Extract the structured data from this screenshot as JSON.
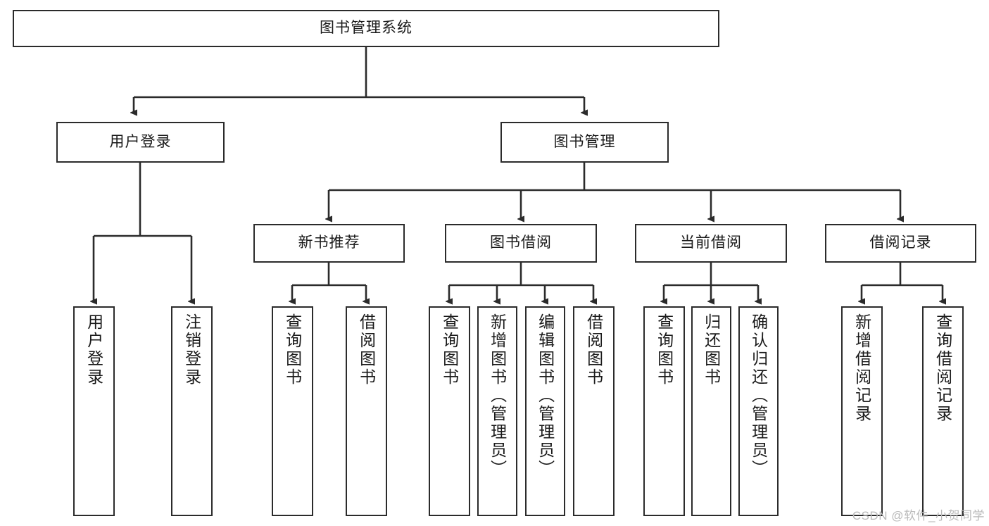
{
  "diagram": {
    "title": "图书管理系统",
    "type": "tree",
    "orientation": "top-down",
    "colors": {
      "background": "#ffffff",
      "node_border": "#2b2b2b",
      "node_fill": "#ffffff",
      "edge": "#2b2b2b",
      "text": "#1a1a1a",
      "watermark": "#b9b9b9"
    },
    "root": {
      "label": "图书管理系统"
    },
    "level2": [
      {
        "label": "用户登录"
      },
      {
        "label": "图书管理"
      }
    ],
    "level3": [
      {
        "label": "新书推荐"
      },
      {
        "label": "图书借阅"
      },
      {
        "label": "当前借阅"
      },
      {
        "label": "借阅记录"
      }
    ],
    "leaves": {
      "user_login": [
        {
          "label": "用户登录"
        },
        {
          "label": "注销登录"
        }
      ],
      "new_book_recommend": [
        {
          "label": "查询图书"
        },
        {
          "label": "借阅图书"
        }
      ],
      "book_borrow": [
        {
          "label": "查询图书"
        },
        {
          "label": "新增图书（管理员）"
        },
        {
          "label": "编辑图书（管理员）"
        },
        {
          "label": "借阅图书"
        }
      ],
      "current_borrow": [
        {
          "label": "查询图书"
        },
        {
          "label": "归还图书"
        },
        {
          "label": "确认归还（管理员）"
        }
      ],
      "borrow_record": [
        {
          "label": "新增借阅记录"
        },
        {
          "label": "查询借阅记录"
        }
      ]
    }
  },
  "watermark": {
    "text": "CSDN @软件_小贺同学"
  }
}
